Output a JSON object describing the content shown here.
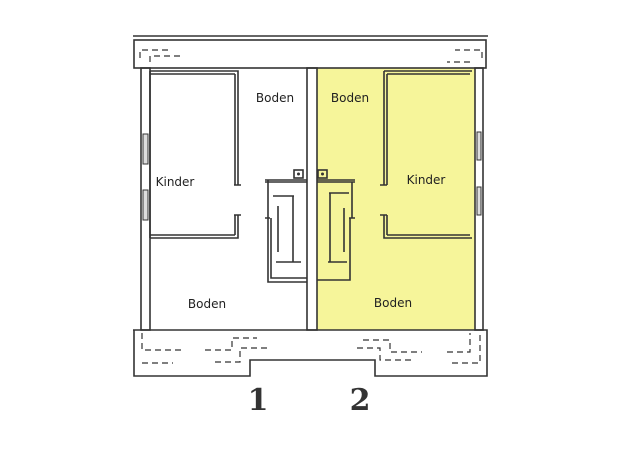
{
  "plan": {
    "units": [
      {
        "number": "1",
        "rooms": {
          "top": "Boden",
          "child": "Kinder",
          "bottom": "Boden"
        },
        "highlighted": false
      },
      {
        "number": "2",
        "rooms": {
          "top": "Boden",
          "child": "Kinder",
          "bottom": "Boden"
        },
        "highlighted": true
      }
    ],
    "highlight_color": "#f6f59a",
    "line_color": "#333333"
  }
}
